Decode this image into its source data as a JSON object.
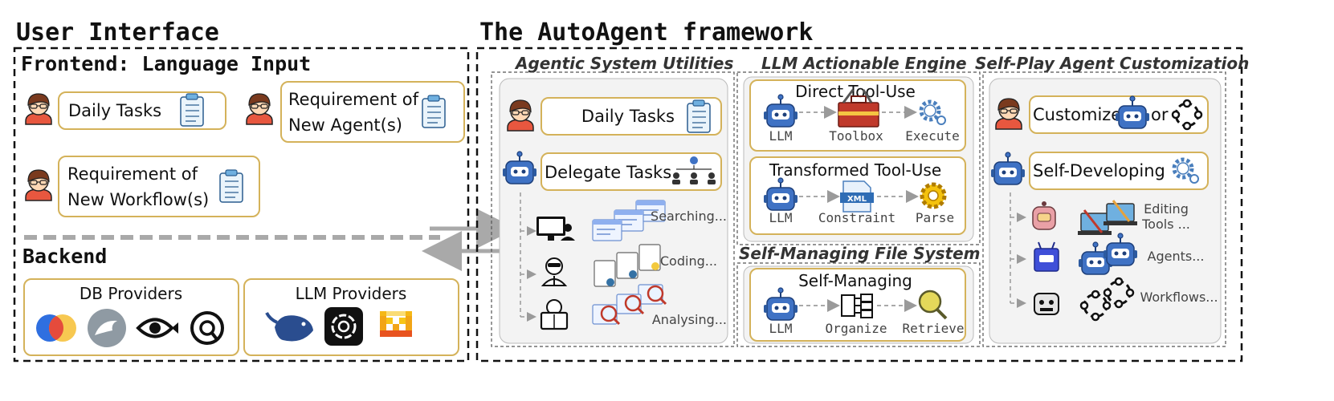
{
  "ui": {
    "title": "User Interface",
    "frontend": {
      "title": "Frontend: Language Input",
      "items": [
        "Daily Tasks",
        "Requirement of",
        "New Agent(s)",
        "Requirement of",
        "New Workflow(s)"
      ]
    },
    "backend": {
      "title": "Backend",
      "db_title": "DB Providers",
      "llm_title": "LLM Providers"
    }
  },
  "framework": {
    "title": "The AutoAgent framework",
    "utilities": {
      "title": "Agentic System Utilities",
      "daily": "Daily Tasks",
      "delegate": "Delegate Tasks",
      "searching": "Searching...",
      "coding": "Coding...",
      "analysing": "Analysing..."
    },
    "engine": {
      "title": "LLM Actionable Engine",
      "direct": {
        "title": "Direct Tool-Use",
        "llm": "LLM",
        "toolbox": "Toolbox",
        "execute": "Execute"
      },
      "transformed": {
        "title": "Transformed Tool-Use",
        "llm": "LLM",
        "constraint": "Constraint",
        "parse": "Parse",
        "xml": "XML"
      }
    },
    "fs": {
      "title": "Self-Managing File System",
      "box": "Self-Managing",
      "llm": "LLM",
      "organize": "Organize",
      "retrieve": "Retrieve"
    },
    "custom": {
      "title": "Self-Play Agent Customization",
      "customize": "Customize",
      "or": "or",
      "developing": "Self-Developing",
      "editing1": "Editing",
      "editing2": "Tools ...",
      "agents": "Agents...",
      "workflows": "Workflows..."
    }
  },
  "colors": {
    "box_border": "#d4b25a",
    "panel_bg": "#f3f3f3",
    "robot": "#3f72c4",
    "robot_teal": "#1f78b4",
    "arrow_grey": "#a9a9a9",
    "dash": "#111111"
  }
}
